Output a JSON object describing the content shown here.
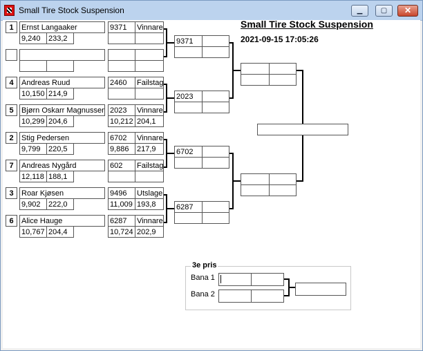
{
  "window": {
    "title": "Small Tire Stock Suspension",
    "min": "▁",
    "max": "▢",
    "close": "✕"
  },
  "header": {
    "title": "Small Tire Stock Suspension",
    "datetime": "2021-09-15 17:05:26"
  },
  "r1": [
    {
      "seed": "1",
      "name": "Ernst Langaaker",
      "t1": "9,240",
      "t2": "233,2",
      "num": "9371",
      "status": "Vinnare",
      "t3": "",
      "t4": ""
    },
    {
      "seed": "",
      "name": "",
      "t1": "",
      "t2": "",
      "num": "",
      "status": "",
      "t3": "",
      "t4": ""
    },
    {
      "seed": "4",
      "name": "Andreas  Ruud",
      "t1": "10,150",
      "t2": "214,9",
      "num": "2460",
      "status": "Failstage",
      "t3": "",
      "t4": ""
    },
    {
      "seed": "5",
      "name": "Bjørn Oskarr Magnussen",
      "t1": "10,299",
      "t2": "204,6",
      "num": "2023",
      "status": "Vinnare",
      "t3": "10,212",
      "t4": "204,1"
    },
    {
      "seed": "2",
      "name": "Stig Pedersen",
      "t1": "9,799",
      "t2": "220,5",
      "num": "6702",
      "status": "Vinnare",
      "t3": "9,886",
      "t4": "217,9"
    },
    {
      "seed": "7",
      "name": "Andreas Nygård",
      "t1": "12,118",
      "t2": "188,1",
      "num": "602",
      "status": "Failstage",
      "t3": "",
      "t4": ""
    },
    {
      "seed": "3",
      "name": "Roar Kjøsen",
      "t1": "9,902",
      "t2": "222,0",
      "num": "9496",
      "status": "Utslagen",
      "t3": "11,009",
      "t4": "193,8"
    },
    {
      "seed": "6",
      "name": "Alice  Hauge",
      "t1": "10,767",
      "t2": "204,4",
      "num": "6287",
      "status": "Vinnare",
      "t3": "10,724",
      "t4": "202,9"
    }
  ],
  "r2": [
    "9371",
    "2023",
    "6702",
    "6287"
  ],
  "third": {
    "title": "3e pris",
    "lane1": "Bana 1",
    "lane2": "Bana 2"
  }
}
